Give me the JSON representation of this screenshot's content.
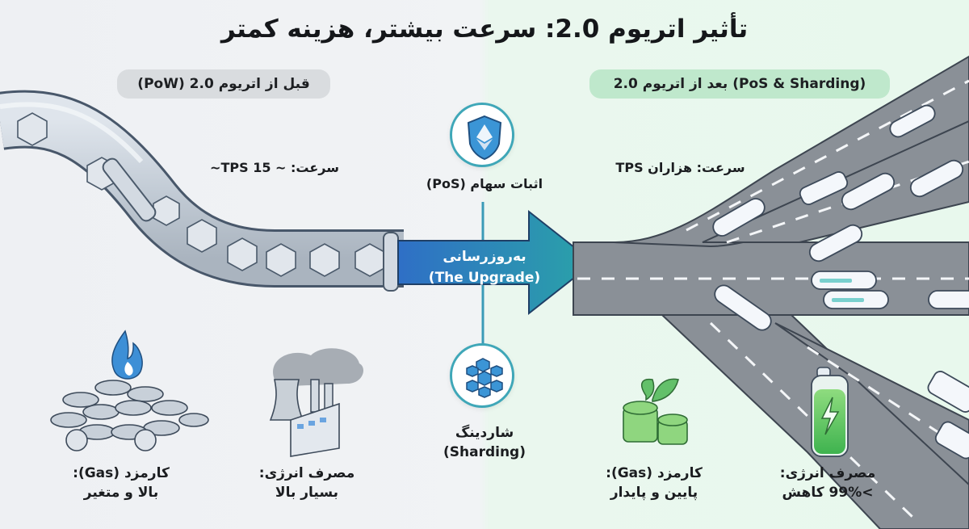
{
  "title": "تأثیر اتریوم 2.0: سرعت بیشتر، هزینه کمتر",
  "before": {
    "header": "قبل از اتریوم 2.0 (PoW)",
    "speed": "سرعت: ~ 15 TPS~",
    "gas_fee": {
      "line1": "کارمزد (Gas):",
      "line2": "بالا و متغیر",
      "icon": "flaming-coins-icon"
    },
    "energy": {
      "line1": "مصرف انرژی:",
      "line2": "بسیار بالا",
      "icon": "factory-icon"
    },
    "visual": "narrow-pipeline-with-blocks"
  },
  "upgrade": {
    "label_fa": "به‌روزرسانی",
    "label_en": "(The Upgrade)",
    "pos": {
      "label": "اثبات سهام (PoS)",
      "icon": "ethereum-shield-icon"
    },
    "sharding": {
      "line1": "شاردینگ",
      "line2": "(Sharding)",
      "icon": "shard-cubes-icon"
    }
  },
  "after": {
    "header": "(PoS & Sharding) بعد از اتریوم 2.0",
    "speed": "سرعت: هزاران TPS",
    "gas_fee": {
      "line1": "کارمزد (Gas):",
      "line2": "پایین و پایدار",
      "icon": "green-coins-icon"
    },
    "energy": {
      "line1": "مصرف انرژی:",
      "line2": ">99% کاهش",
      "icon": "battery-icon"
    },
    "visual": "multi-lane-highway-with-trains"
  },
  "colors": {
    "before_bg": "#f1f3f5",
    "after_bg": "#e8f8ed",
    "before_pill": "#d9dcdf",
    "after_pill": "#bfe8cc",
    "arrow_start": "#2f6fc6",
    "arrow_end": "#2aa3a8",
    "road": "#8a9097",
    "green": "#4caf50"
  }
}
